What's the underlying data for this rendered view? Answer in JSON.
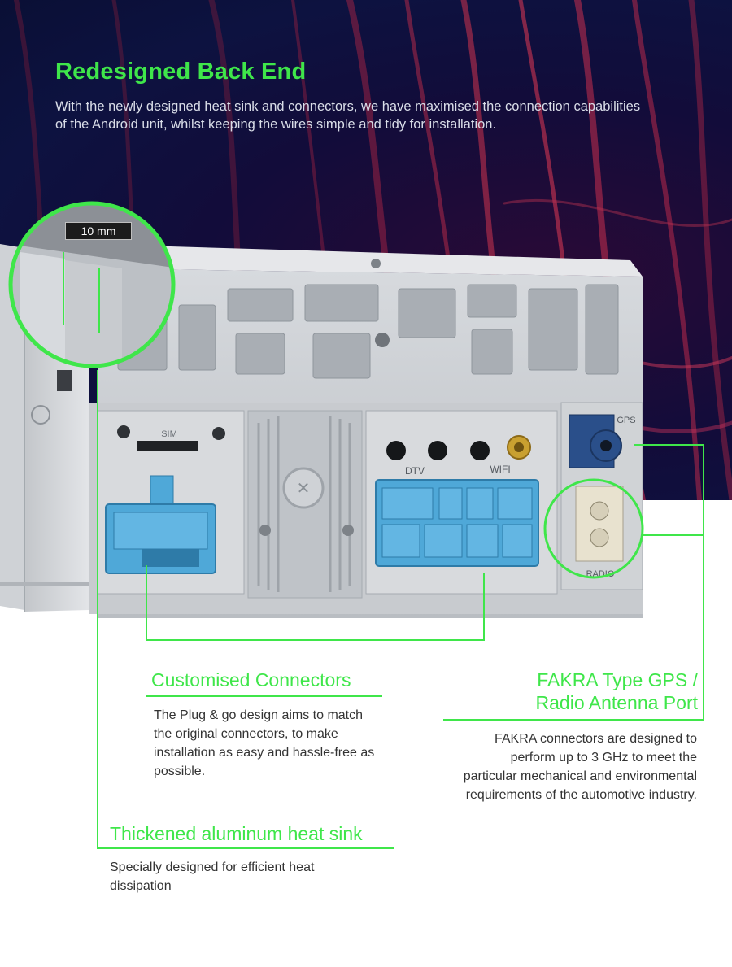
{
  "header": {
    "title": "Redesigned Back End",
    "subtitle": "With the newly designed heat sink and connectors, we have maximised the connection capabilities of the Android unit, whilst keeping the wires simple and tidy for installation."
  },
  "zoom_callout": {
    "measure": "10 mm"
  },
  "device_labels": {
    "sim": "SIM",
    "dtv": "DTV",
    "wifi": "WIFI",
    "gps": "GPS",
    "radio": "RADIO"
  },
  "features": {
    "connectors": {
      "title": "Customised Connectors",
      "body": "The Plug & go design aims to match the original connectors, to make installation as easy and hassle-free as possible."
    },
    "fakra": {
      "title_line1": "FAKRA Type GPS /",
      "title_line2": "Radio Antenna Port",
      "body": "FAKRA connectors are designed to perform up to 3 GHz to meet the particular mechanical and environmental requirements of the automotive industry."
    },
    "heatsink": {
      "title": "Thickened aluminum heat sink",
      "body": "Specially designed for efficient heat dissipation"
    }
  },
  "colors": {
    "accent": "#3fe64a",
    "hero_bg": "#0d1240",
    "connector_blue": "#4fa8d8",
    "fakra_navy": "#2a4f8a"
  }
}
